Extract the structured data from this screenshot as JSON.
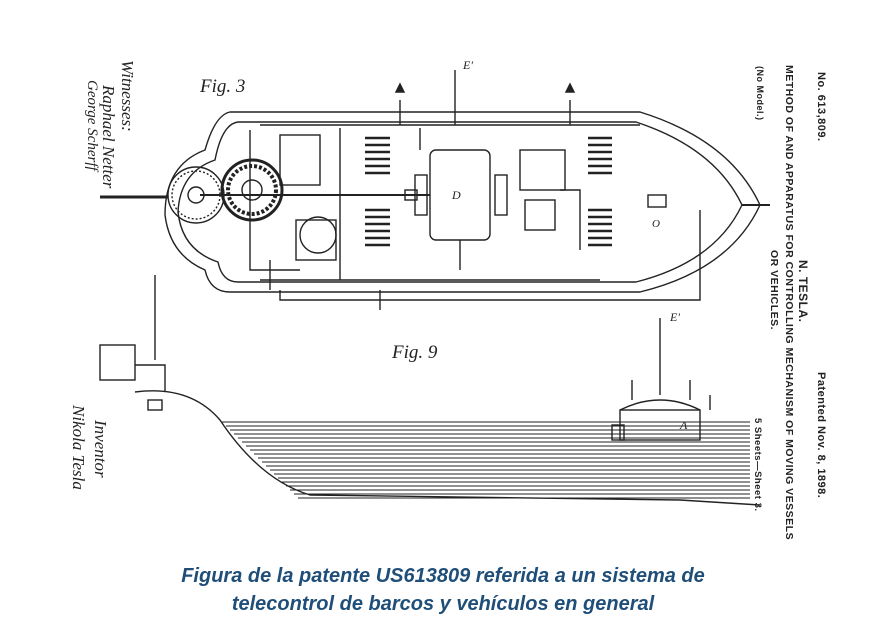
{
  "patent": {
    "number": "No. 613,809.",
    "date": "Patented Nov. 8, 1898.",
    "inventor_name": "N. TESLA.",
    "title_line1": "METHOD OF AND APPARATUS FOR CONTROLLING MECHANISM OF MOVING VESSELS",
    "title_line2": "OR VEHICLES.",
    "model_note": "(No Model.)",
    "sheets": "5 Sheets—Sheet 3."
  },
  "figures": {
    "fig3": "Fig. 3",
    "fig9": "Fig. 9"
  },
  "signatures": {
    "witnesses_label": "Witnesses:",
    "witness1": "Raphael Netter",
    "witness2": "George Scherff",
    "inventor_label": "Inventor",
    "inventor": "Nikola Tesla"
  },
  "labels": {
    "e_prime_top": "E'",
    "e_prime_right": "E'",
    "d": "D",
    "a": "A",
    "o": "O"
  },
  "caption": {
    "line1": "Figura de la patente US613809 referida a un sistema de",
    "line2": "telecontrol de barcos y vehículos en general"
  },
  "colors": {
    "caption": "#1f4e79",
    "ink": "#222222"
  }
}
